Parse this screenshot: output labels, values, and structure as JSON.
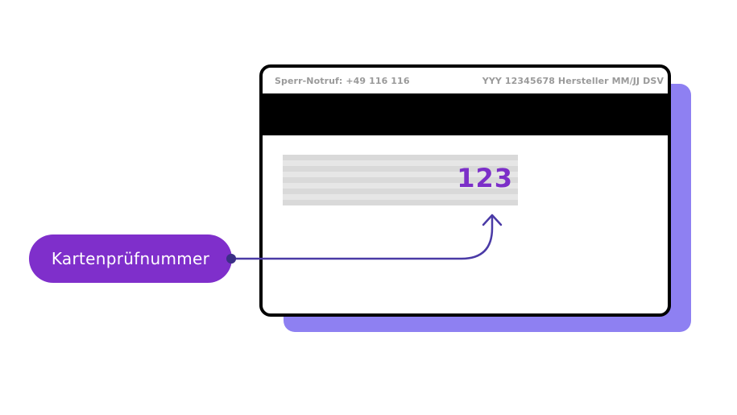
{
  "card": {
    "emergency_line": "Sperr-Notruf: +49 116 116",
    "card_info_line": "YYY 12345678 Hersteller MM/JJ DSV",
    "security_code": "123"
  },
  "callout": {
    "label": "Kartenprüfnummer"
  },
  "colors": {
    "accent_purple": "#7f2fcb",
    "code_purple": "#7c2fc8",
    "shadow_lavender": "#8e80f2",
    "connector_indigo": "#4a3aa6"
  }
}
